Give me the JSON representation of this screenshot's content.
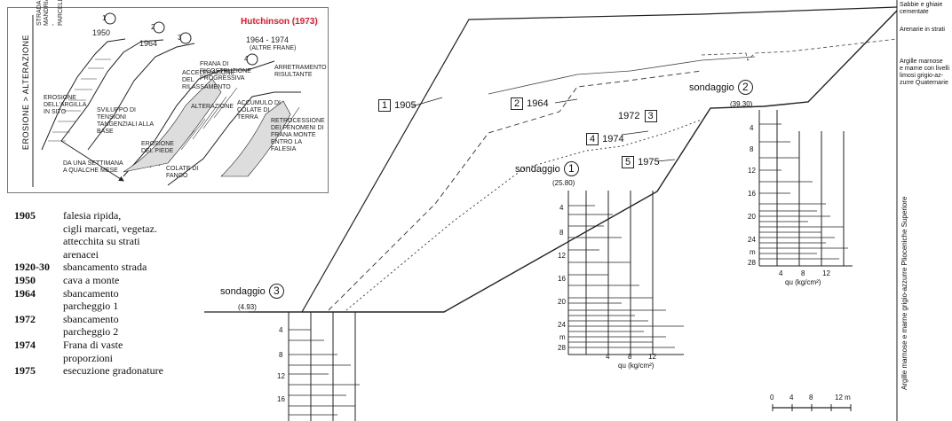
{
  "inset": {
    "title": "Hutchinson (1973)",
    "side_label": "EROSIONE > ALTERAZIONE",
    "years": [
      "1950",
      "1964",
      "1964 - 1974",
      "(ALTRE FRANE)"
    ],
    "stages": [
      "1",
      "2",
      "3",
      "4"
    ],
    "notes": {
      "road": "STRADA MANDRIA - PARCELLI",
      "erosion": "EROSIONE DELL'ARGILLA IN SITO",
      "accel": "ACCELERAZIONE DEL RILASSAMENTO",
      "tension": "SVILUPPO DI TENSIONI TANGENZIALI ALLA BASE",
      "frana": "FRANA DI RICOSTRUZIONE PROGRESSIVA",
      "alterazione": "ALTERAZIONE",
      "arresto": "ARRETRAMENTO RISULTANTE",
      "erosione_piede": "EROSIONE DEL PIEDE",
      "colate": "COLATE DI FANGO",
      "accum": "ACCUMULO DI COLATE DI TERRA",
      "retro": "RETROCESSIONE DEI FENOMENI DI FRANA MONTE ENTRO LA FALESIA",
      "sbarra": "DA UNA SETTIMANA A QUALCHE MESE"
    }
  },
  "timeline": [
    {
      "year": "1905",
      "text": [
        "falesia ripida,",
        "cigli marcati,  vegetaz.",
        "attecchita su strati",
        "arenacei"
      ]
    },
    {
      "year": "1920-30",
      "text": [
        "sbancamento strada"
      ]
    },
    {
      "year": "1950",
      "text": [
        "cava a monte"
      ]
    },
    {
      "year": "1964",
      "text": [
        "sbancamento",
        "parcheggio 1"
      ]
    },
    {
      "year": "1972",
      "text": [
        "sbancamento",
        "parcheggio 2"
      ]
    },
    {
      "year": "1974",
      "text": [
        "Frana di vaste",
        "proporzioni"
      ]
    },
    {
      "year": "1975",
      "text": [
        "esecuzione gradonature"
      ]
    }
  ],
  "profiles": [
    {
      "num": "1",
      "year": "1905"
    },
    {
      "num": "2",
      "year": "1964"
    },
    {
      "num": "3",
      "year": "1972"
    },
    {
      "num": "4",
      "year": "1974"
    },
    {
      "num": "5",
      "year": "1975"
    }
  ],
  "boreholes": [
    {
      "label": "sondaggio",
      "num": "1",
      "elev": "(25.80)",
      "depths": [
        "4",
        "8",
        "12",
        "16",
        "20",
        "24",
        "m",
        "28"
      ],
      "axis_ticks": [
        "4",
        "8",
        "12"
      ],
      "axis_label": "qu (kg/cm²)"
    },
    {
      "label": "sondaggio",
      "num": "2",
      "elev": "(39.30)",
      "depths": [
        "4",
        "8",
        "12",
        "16",
        "20",
        "24",
        "m",
        "28"
      ],
      "axis_ticks": [
        "4",
        "8",
        "12"
      ],
      "axis_label": "qu (kg/cm²)"
    },
    {
      "label": "sondaggio",
      "num": "3",
      "elev": "(4.93)",
      "depths": [
        "4",
        "8",
        "12",
        "16"
      ]
    }
  ],
  "right_notes": [
    "Sabbie e ghiaie",
    "cementate",
    "Arenarie in strati",
    "Argille marnose",
    "e marne con livelli",
    "limosi grigio-az-",
    "zurre Quaternarie"
  ],
  "vertical_labels": [
    "Argille marnose e marne grigio-azzurre Plioceniche Superiore"
  ],
  "scale": {
    "ticks": [
      "0",
      "4",
      "8",
      "12 m"
    ]
  }
}
